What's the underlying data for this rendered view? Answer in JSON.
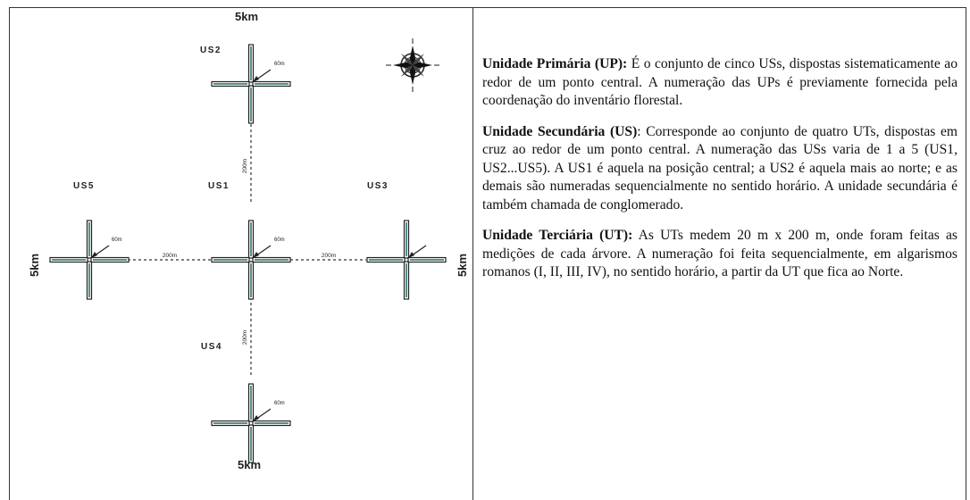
{
  "diagram": {
    "scale_labels": {
      "top": "5km",
      "bottom": "5km",
      "left": "5km",
      "right": "5km"
    },
    "units": [
      {
        "label": "US2",
        "subplot_label": "60m"
      },
      {
        "label": "US5",
        "subplot_label": "60m"
      },
      {
        "label": "US1",
        "subplot_label": "60m"
      },
      {
        "label": "US3",
        "subplot_label": ""
      },
      {
        "label": "US4",
        "subplot_label": "60m"
      }
    ],
    "distances": {
      "horizontal": "200m",
      "vertical": "200m"
    }
  },
  "definitions": [
    {
      "term": "Unidade Primária (UP):",
      "text": " É o conjunto de cinco USs, dispostas sistematicamente ao redor de um ponto central. A numeração das UPs é previamente fornecida pela coordenação do inventário florestal."
    },
    {
      "term": "Unidade Secundária (US)",
      "text": ": Corresponde ao conjunto de quatro UTs, dispostas em cruz ao redor de um ponto central. A numeração das USs varia de 1 a 5 (US1, US2...US5). A US1 é aquela na posição central; a US2 é aquela mais ao norte; e as demais são numeradas sequencialmente no sentido horário. A unidade secundária é também chamada de conglomerado."
    },
    {
      "term": "Unidade Terciária (UT):",
      "text": " As UTs medem 20 m x 200 m, onde foram feitas as medições de cada árvore. A numeração foi feita sequencialmente, em algarismos romanos (I, II, III, IV), no sentido horário, a partir da UT que fica ao Norte."
    }
  ]
}
